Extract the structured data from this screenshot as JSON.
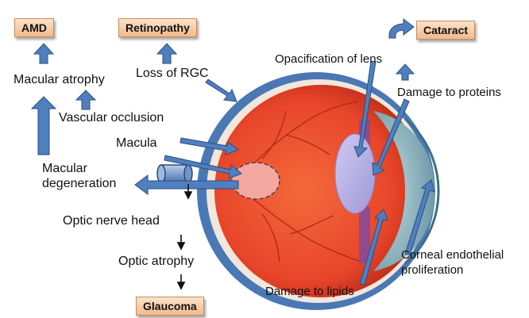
{
  "diagram": {
    "outcome_boxes": {
      "amd": "AMD",
      "retinopathy": "Retinopathy",
      "cataract": "Cataract",
      "glaucoma": "Glaucoma"
    },
    "labels": {
      "macular_atrophy": "Macular atrophy",
      "loss_of_rgc": "Loss of RGC",
      "vascular_occlusion": "Vascular occlusion",
      "macula": "Macula",
      "macular_degeneration_line1": "Macular",
      "macular_degeneration_line2": "degeneration",
      "optic_nerve_head": "Optic nerve head",
      "optic_atrophy": "Optic atrophy",
      "opacification_of_lens": "Opacification of lens",
      "damage_to_proteins": "Damage to proteins",
      "damage_to_lipids": "Damage to lipids",
      "corneal_line1": "Corneal endothelial",
      "corneal_line2": "proliferation"
    },
    "colors": {
      "arrow_fill": "#4f7fbf",
      "arrow_stroke": "#2b4f80",
      "box_fill": "#f5c59a",
      "sclera": "#4a78b5",
      "retina": "#e8452a",
      "lens": "#b9b3e6",
      "macula": "#f2a8a0"
    }
  }
}
